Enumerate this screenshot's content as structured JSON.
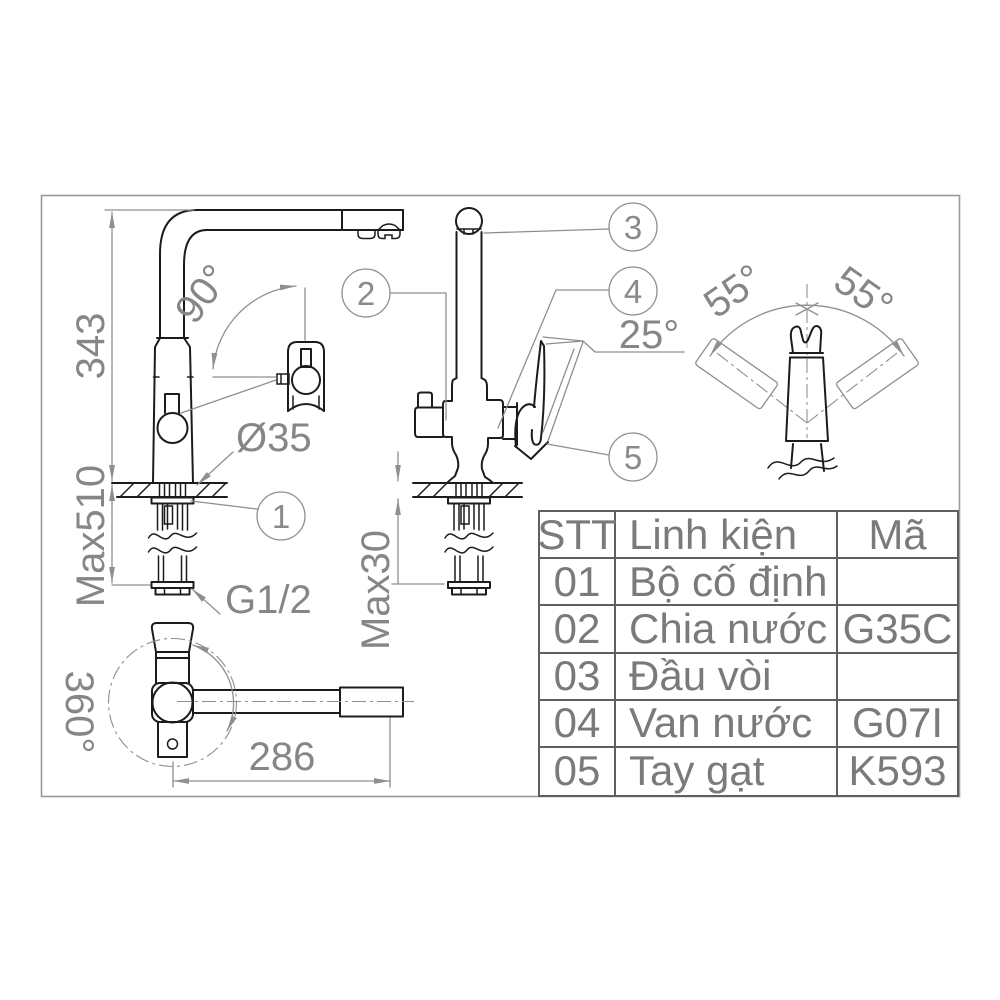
{
  "views": {
    "left_side_view": {
      "height_dim": "343",
      "under_counter_dim": "Max510",
      "handle_swivel_angle": "90°",
      "hole_diameter": "Ø35",
      "thread_size": "G1/2",
      "callout_1": "1"
    },
    "front_view": {
      "callout_2": "2",
      "callout_3": "3",
      "callout_4": "4",
      "callout_5": "5",
      "lever_tilt_angle": "25°",
      "counter_thickness_dim": "Max30"
    },
    "top_view": {
      "swivel_angle": "360°",
      "spout_reach_dim": "286"
    },
    "handle_rotation_view": {
      "angle_left": "55°",
      "angle_right": "55°"
    }
  },
  "parts_table": {
    "headers": [
      "STT",
      "Linh kiện",
      "Mã"
    ],
    "rows": [
      {
        "stt": "01",
        "part": "Bộ cố định",
        "code": ""
      },
      {
        "stt": "02",
        "part": "Chia nước",
        "code": "G35C"
      },
      {
        "stt": "03",
        "part": "Đầu vòi",
        "code": ""
      },
      {
        "stt": "04",
        "part": "Van nước",
        "code": "G07I"
      },
      {
        "stt": "05",
        "part": "Tay gạt",
        "code": "K593"
      }
    ]
  },
  "colors": {
    "drawing_line": "#1c1c1c",
    "annotation": "#8f8f8f",
    "table_border": "#5f5f5f",
    "table_text": "#7a7a7a",
    "frame_border": "#9a9a9a",
    "background": "#ffffff"
  }
}
